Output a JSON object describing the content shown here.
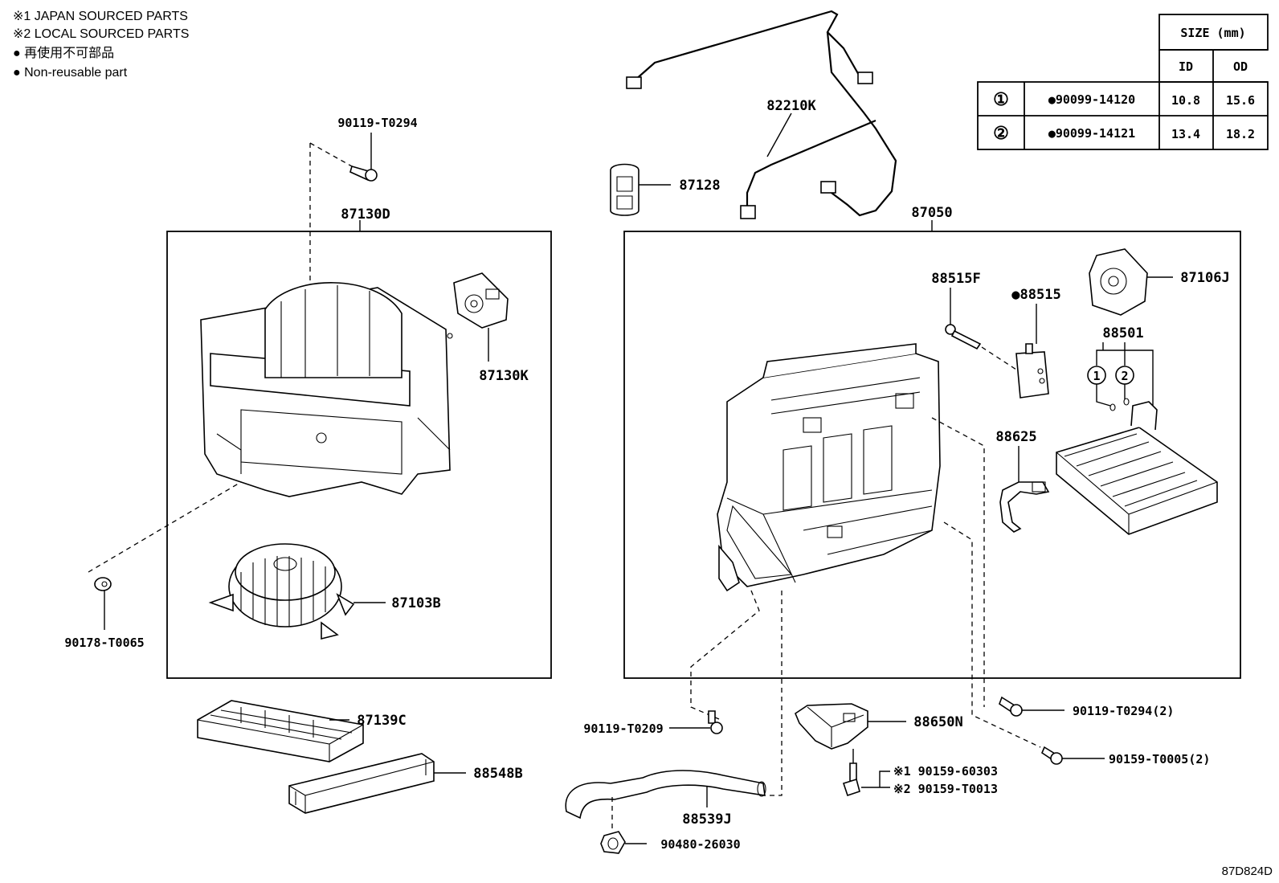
{
  "legend": [
    "※1 JAPAN SOURCED PARTS",
    "※2 LOCAL SOURCED PARTS",
    "● 再使用不可部品",
    "● Non-reusable part"
  ],
  "size_table": {
    "header": "SIZE (mm)",
    "col_id": "ID",
    "col_od": "OD",
    "rows": [
      {
        "key": "①",
        "part": "●90099-14120",
        "id": "10.8",
        "od": "15.6"
      },
      {
        "key": "②",
        "part": "●90099-14121",
        "id": "13.4",
        "od": "18.2"
      }
    ]
  },
  "labels": {
    "p90119_t0294": "90119-T0294",
    "p87130d": "87130D",
    "p87130k": "87130K",
    "p90178_t0065": "90178-T0065",
    "p87103b": "87103B",
    "p87139c": "87139C",
    "p88548b": "88548B",
    "p82210k": "82210K",
    "p87128": "87128",
    "p87050": "87050",
    "p88515f": "88515F",
    "p88515": "●88515",
    "p87106j": "87106J",
    "p88501": "88501",
    "circle1": "1",
    "circle2": "2",
    "p88625": "88625",
    "p90119_t0294_2": "90119-T0294(2)",
    "p90159_t0005_2": "90159-T0005(2)",
    "p90119_t0209": "90119-T0209",
    "p88650n": "88650N",
    "p90159_60303": "※1  90159-60303",
    "p90159_t0013": "※2  90159-T0013",
    "p88539j": "88539J",
    "p90480_26030": "90480-26030"
  },
  "diagram_code": "87D824D"
}
